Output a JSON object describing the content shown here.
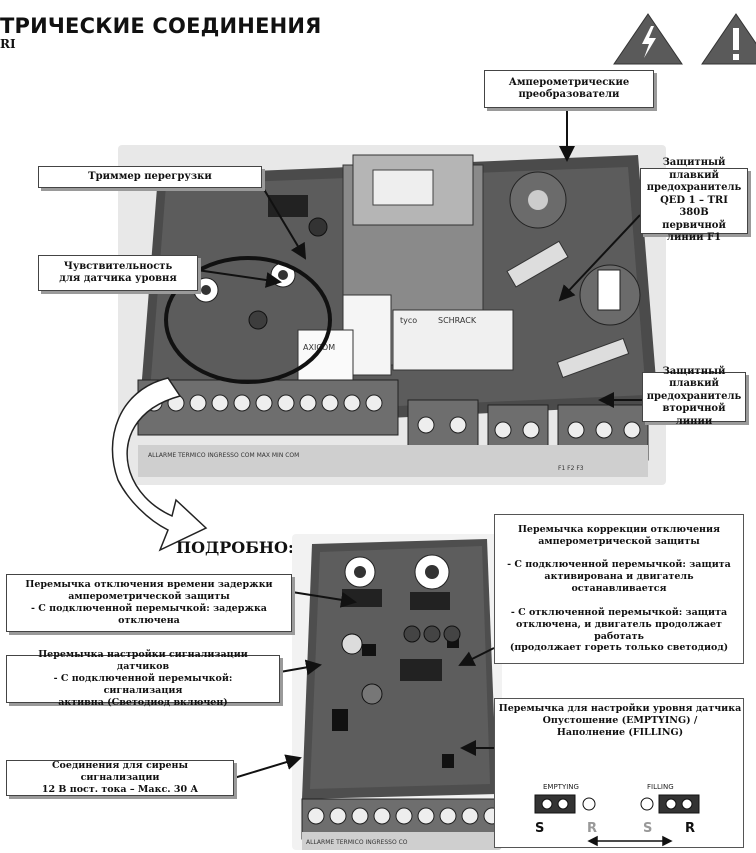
{
  "header": {
    "title": "ТРИЧЕСКИЕ СОЕДИНЕНИЯ",
    "subtitle": "RI"
  },
  "labels": {
    "ampere": "Амперометрические\nпреобразователи",
    "trimmer": "Триммер перегрузки",
    "sensitivity": "Чувствительность\nдля датчика уровня",
    "fuse_primary": "Защитный плавкий\nпредохранитель\nQED 1 – TRI 380В\nпервичной линии F1",
    "fuse_secondary": "Защитный плавкий\nпредохранитель\nвторичной линии",
    "details": "ПОДРОБНО:",
    "jumper_correction": "Перемычка коррекции отключения\nамперометрической защиты\n\n- С подключенной перемычкой: защита\nактивирована и двигатель останавливается\n\n- С отключенной перемычкой: защита\nотключена, и двигатель продолжает работать\n(продолжает гореть только светодиод)",
    "jumper_delay": "Перемычка отключения времени задержки\nамперометрической защиты\n- С подключенной перемычкой: задержка\nотключена",
    "jumper_alarm": "Перемычка настройки сигнализации датчиков\n- С подключенной перемычкой: сигнализация\nактивна (Светодиод включен)",
    "siren": "Соединения для сирены сигнализации\n12 В пост. тока – Макс. 30 А",
    "level_jumper": "Перемычка для настройки уровня датчика\nОпустошение (EMPTYING) /\nНаполнение (FILLING)"
  },
  "jumper_diagram": {
    "emptying": "EMPTYING",
    "filling": "FILLING",
    "s1": "S",
    "r1": "R",
    "s2": "S",
    "r2": "R"
  },
  "board_text": {
    "axiom": "AXICOM",
    "tyco": "tyco",
    "schrack": "SCHRACK",
    "terminals_main": "ALLARME  TERMICO  INGRESSO  COM  MAX  MIN  COM",
    "terminals_detail": "ALLARME  TERMICO  INGRESSO  CO",
    "f_labels": "F1   F2   F3"
  },
  "icon_names": [
    "high-voltage-warning-icon",
    "caution-warning-icon"
  ],
  "colors": {
    "warning_fill": "#5a5a5a",
    "board": "#4b4b4b",
    "box_border": "#444444"
  }
}
